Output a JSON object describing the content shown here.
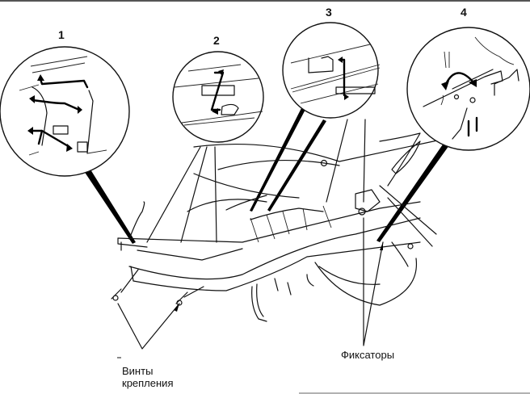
{
  "diagram": {
    "subject": "scooter front lower fairing removal",
    "callouts": [
      {
        "id": "1",
        "label": "1"
      },
      {
        "id": "2",
        "label": "2"
      },
      {
        "id": "3",
        "label": "3"
      },
      {
        "id": "4",
        "label": "4"
      }
    ],
    "annotations": {
      "screws": "Винты\nкрепления",
      "screws_line1": "Винты",
      "screws_line2": "крепления",
      "clips": "Фиксаторы"
    }
  }
}
